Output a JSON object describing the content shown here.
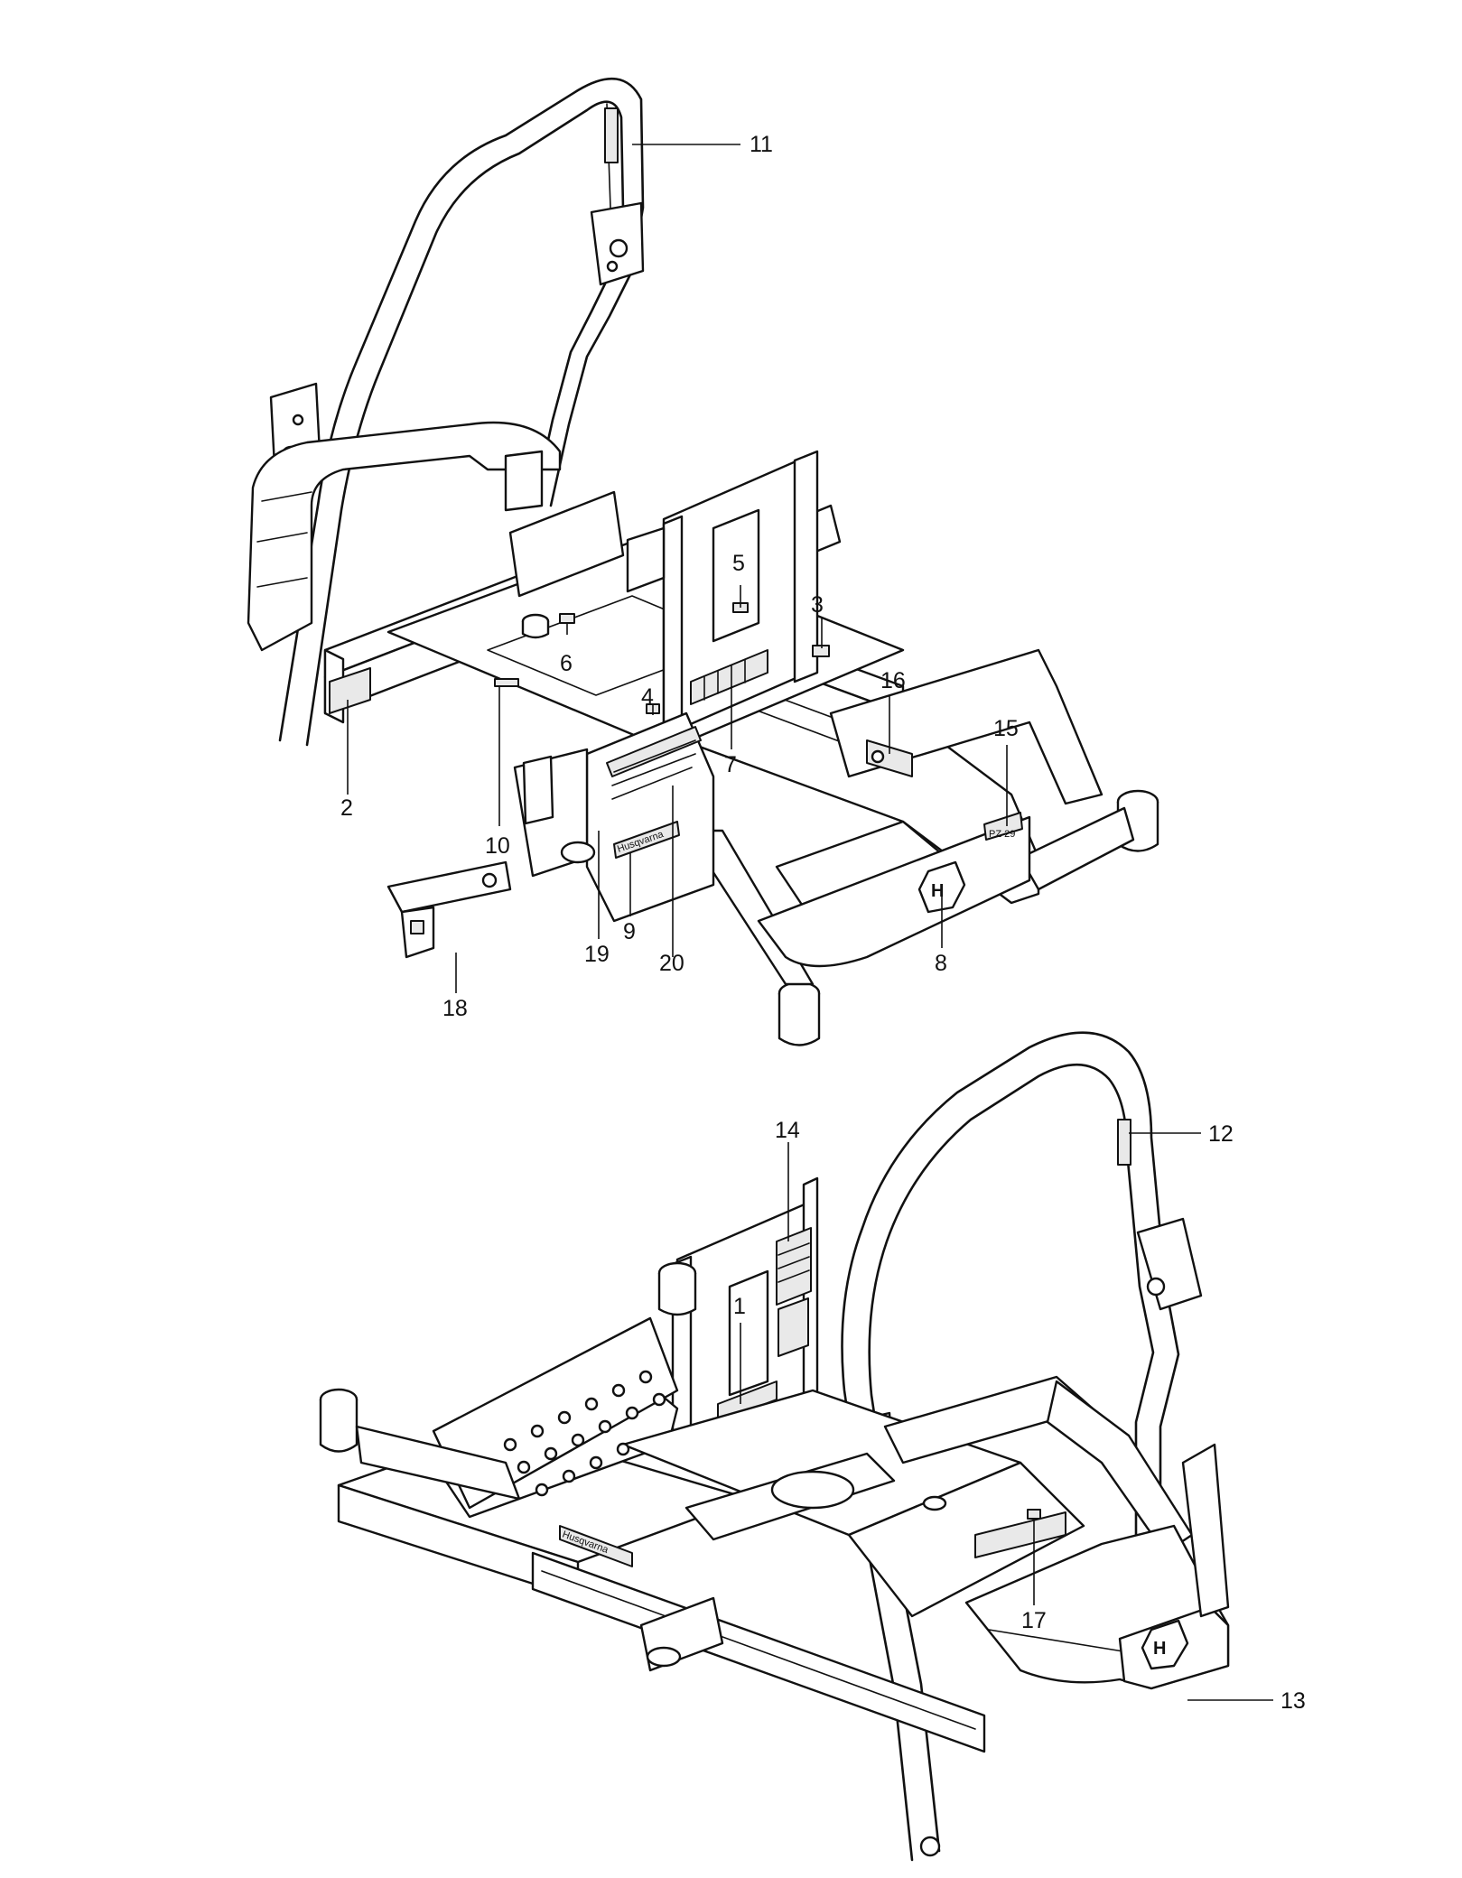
{
  "diagram": {
    "callouts": [
      {
        "id": "1",
        "label": "1"
      },
      {
        "id": "2",
        "label": "2"
      },
      {
        "id": "3",
        "label": "3"
      },
      {
        "id": "4",
        "label": "4"
      },
      {
        "id": "5",
        "label": "5"
      },
      {
        "id": "6",
        "label": "6"
      },
      {
        "id": "7",
        "label": "7"
      },
      {
        "id": "8",
        "label": "8"
      },
      {
        "id": "9",
        "label": "9"
      },
      {
        "id": "10",
        "label": "10"
      },
      {
        "id": "11",
        "label": "11"
      },
      {
        "id": "12",
        "label": "12"
      },
      {
        "id": "13",
        "label": "13"
      },
      {
        "id": "14",
        "label": "14"
      },
      {
        "id": "15",
        "label": "15"
      },
      {
        "id": "16",
        "label": "16"
      },
      {
        "id": "17",
        "label": "17"
      },
      {
        "id": "18",
        "label": "18"
      },
      {
        "id": "19",
        "label": "19"
      },
      {
        "id": "20",
        "label": "20"
      }
    ],
    "decal_text": {
      "brand_decal_top": "Husqvarna",
      "brand_decal_bottom": "Husqvarna",
      "model_decal": "PZ 29"
    },
    "colors": {
      "line": "#111111",
      "background": "#ffffff"
    }
  }
}
